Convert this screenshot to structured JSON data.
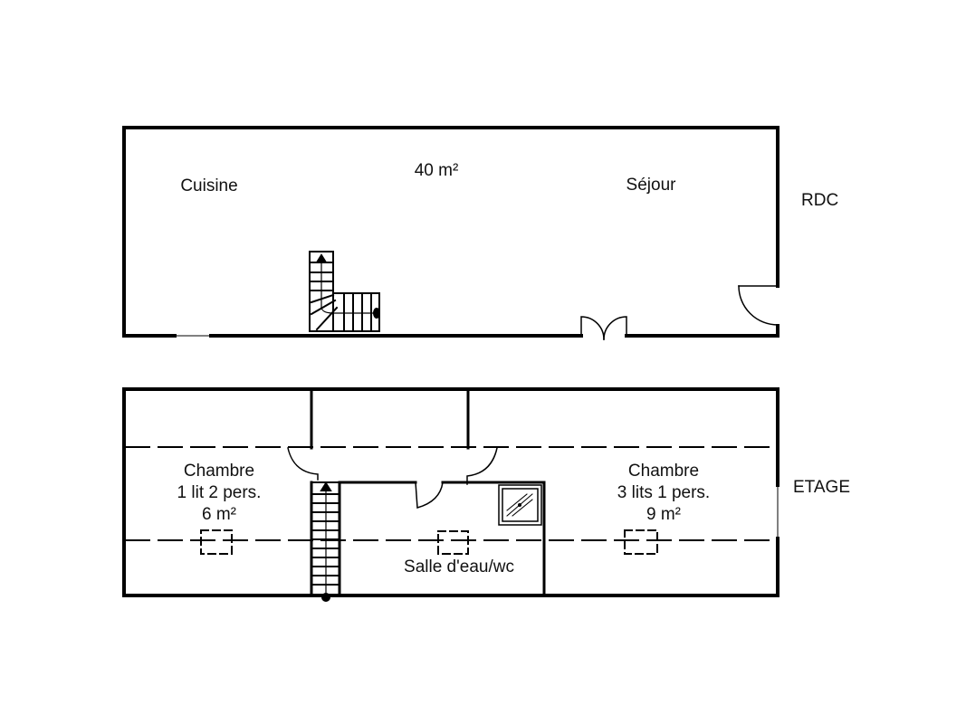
{
  "ground_floor": {
    "level_label": "RDC",
    "area": "40 m²",
    "rooms": {
      "kitchen": "Cuisine",
      "living": "Séjour"
    }
  },
  "upper_floor": {
    "level_label": "ETAGE",
    "bedroom_left": {
      "name": "Chambre",
      "beds": "1 lit 2 pers.",
      "area": "6 m²"
    },
    "bedroom_right": {
      "name": "Chambre",
      "beds": "3 lits 1 pers.",
      "area": "9 m²"
    },
    "bathroom": "Salle d'eau/wc"
  }
}
